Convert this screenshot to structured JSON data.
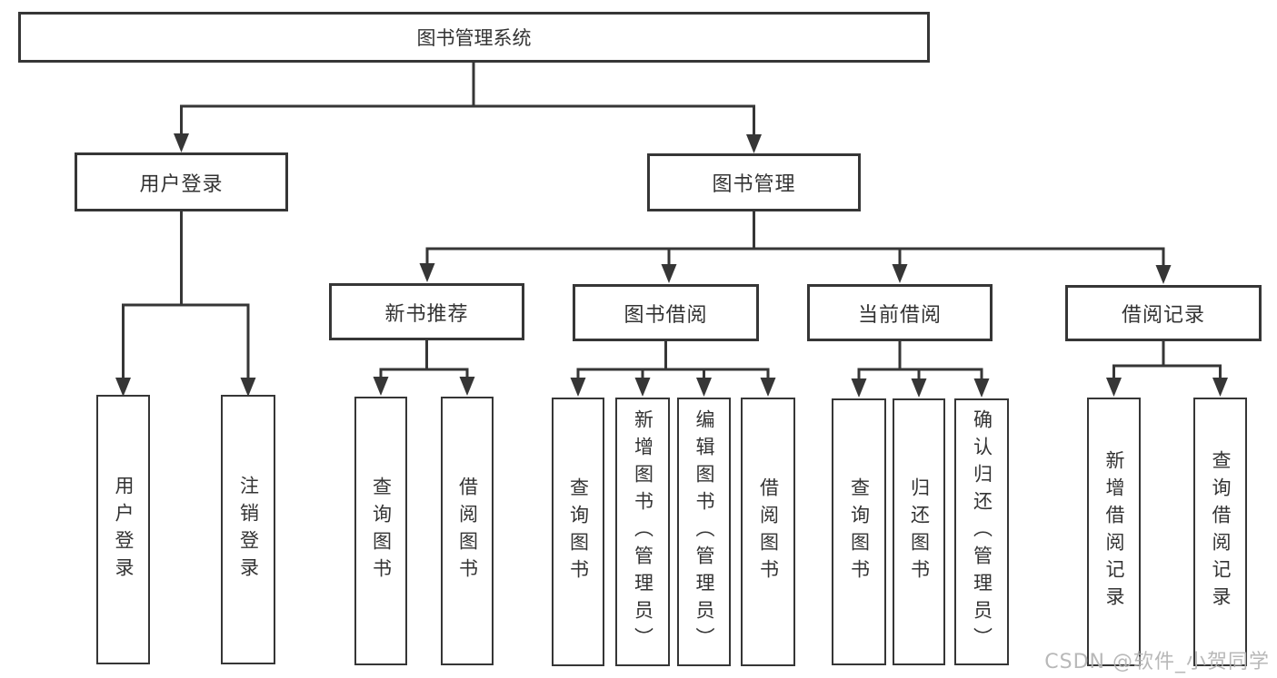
{
  "colors": {
    "line": "#363636",
    "text": "#333333",
    "watermark": "#b3b3b3",
    "background": "#ffffff"
  },
  "diagram": {
    "root": {
      "label": "图书管理系统",
      "children": [
        {
          "label": "用户登录",
          "children": [
            {
              "label": "用户登录"
            },
            {
              "label": "注销登录"
            }
          ]
        },
        {
          "label": "图书管理",
          "children": [
            {
              "label": "新书推荐",
              "children": [
                {
                  "label": "查询图书"
                },
                {
                  "label": "借阅图书"
                }
              ]
            },
            {
              "label": "图书借阅",
              "children": [
                {
                  "label": "查询图书"
                },
                {
                  "label": "新增图书（管理员）"
                },
                {
                  "label": "编辑图书（管理员）"
                },
                {
                  "label": "借阅图书"
                }
              ]
            },
            {
              "label": "当前借阅",
              "children": [
                {
                  "label": "查询图书"
                },
                {
                  "label": "归还图书"
                },
                {
                  "label": "确认归还（管理员）"
                }
              ]
            },
            {
              "label": "借阅记录",
              "children": [
                {
                  "label": "新增借阅记录"
                },
                {
                  "label": "查询借阅记录"
                }
              ]
            }
          ]
        }
      ]
    }
  },
  "watermark": {
    "text": "CSDN @软件_小贺同学"
  }
}
